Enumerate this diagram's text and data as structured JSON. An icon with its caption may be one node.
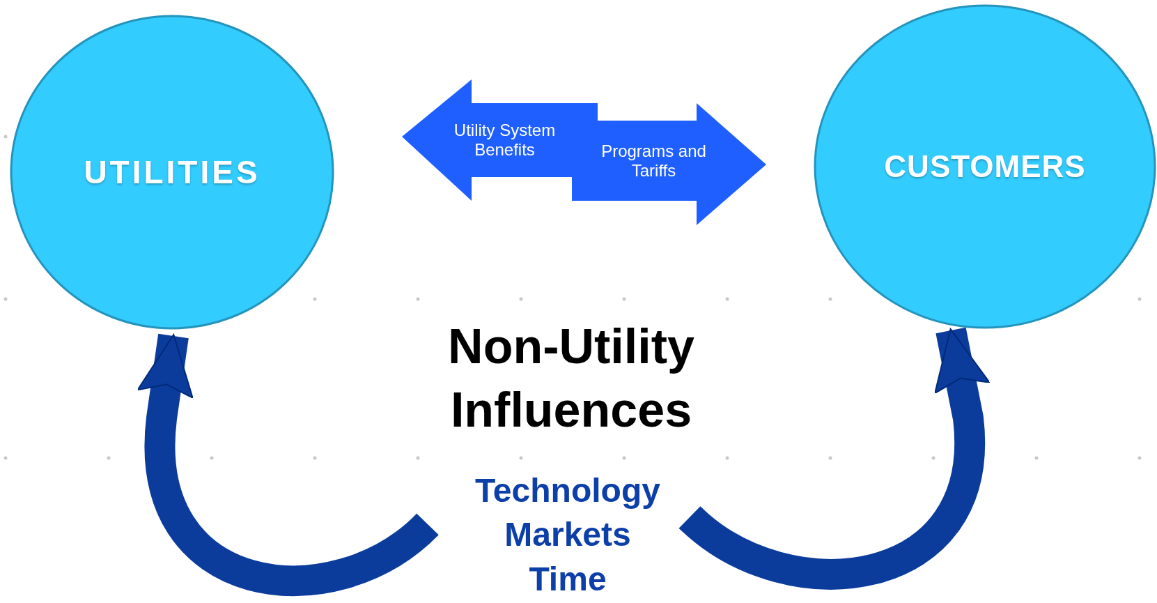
{
  "diagram": {
    "nodes": [
      {
        "text": [
          "UTILITIES"
        ]
      },
      {
        "text": [
          "CUSTOMERS"
        ]
      },
      {
        "text": [
          "Utility System Benefits"
        ]
      },
      {
        "text": [
          "Programs and Tariffs"
        ]
      },
      {
        "text": [
          "Non-Utility Influences"
        ]
      },
      {
        "text": [
          "Technology Markets Time"
        ]
      }
    ],
    "edges": [
      {
        "from": 5,
        "to": 0,
        "arrow": "to"
      },
      {
        "from": 5,
        "to": 1,
        "arrow": "to"
      }
    ]
  }
}
